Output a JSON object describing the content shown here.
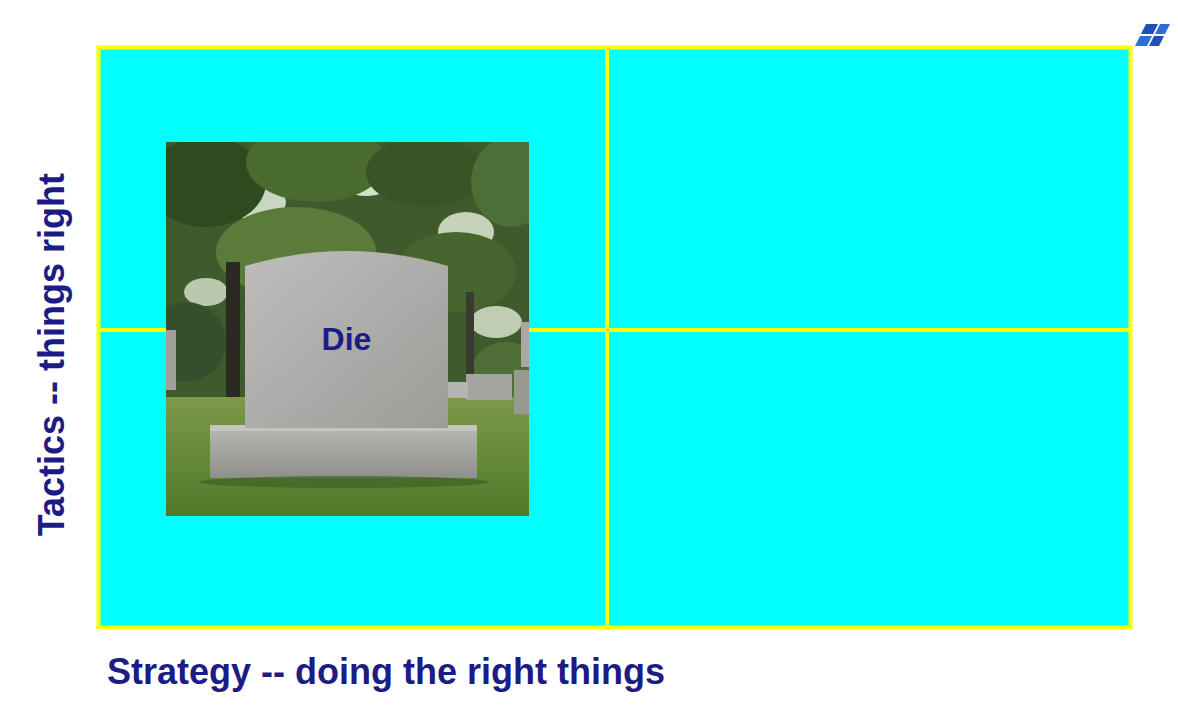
{
  "diagram": {
    "nodes": [
      {
        "text": [
          "Die"
        ]
      }
    ],
    "labels": [
      "Tactics -- things right",
      "Strategy -- doing the right things"
    ]
  }
}
